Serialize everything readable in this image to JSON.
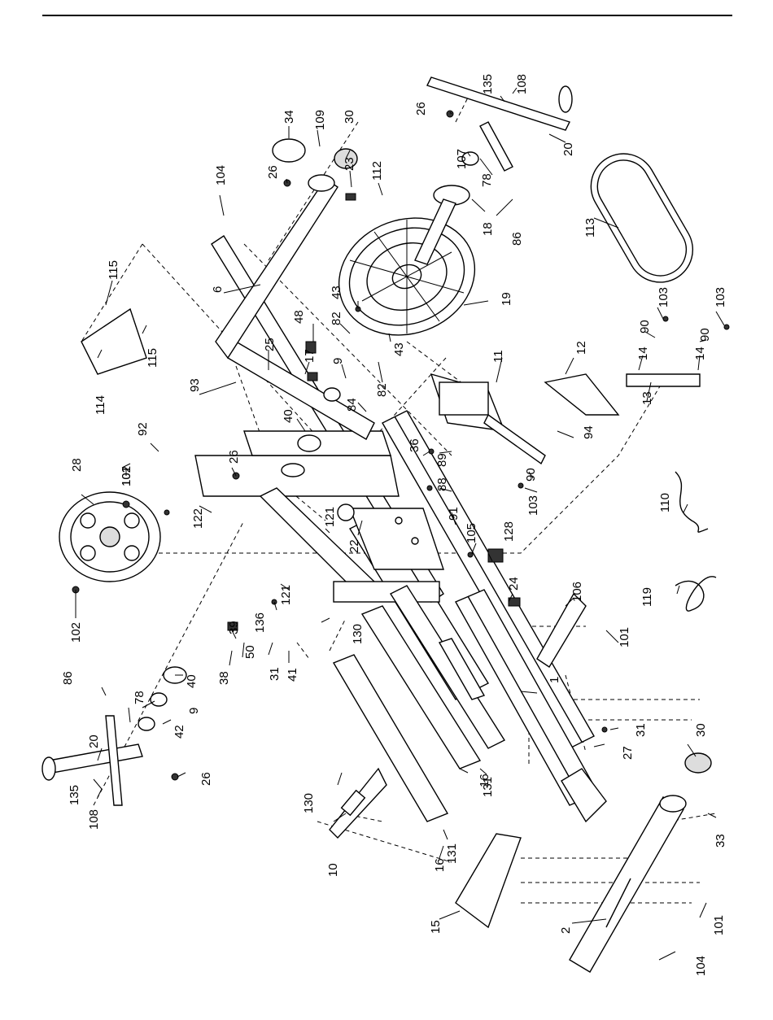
{
  "diagram": {
    "labels": [
      "1",
      "2",
      "6",
      "9",
      "9",
      "10",
      "11",
      "12",
      "13",
      "14",
      "14",
      "15",
      "16",
      "16",
      "17",
      "18",
      "19",
      "20",
      "20",
      "22",
      "23",
      "24",
      "25",
      "26",
      "26",
      "26",
      "26",
      "27",
      "28",
      "30",
      "30",
      "31",
      "31",
      "33",
      "34",
      "36",
      "38",
      "39",
      "40",
      "40",
      "41",
      "42",
      "43",
      "43",
      "48",
      "50",
      "78",
      "78",
      "82",
      "82",
      "84",
      "86",
      "86",
      "88",
      "89",
      "90",
      "90",
      "90",
      "91",
      "92",
      "93",
      "94",
      "101",
      "101",
      "101",
      "102",
      "102",
      "103",
      "103",
      "103",
      "104",
      "104",
      "105",
      "106",
      "107",
      "108",
      "108",
      "109",
      "110",
      "112",
      "113",
      "114",
      "115",
      "115",
      "119",
      "121",
      "121",
      "122",
      "128",
      "130",
      "130",
      "131",
      "131",
      "135",
      "135",
      "136"
    ]
  }
}
